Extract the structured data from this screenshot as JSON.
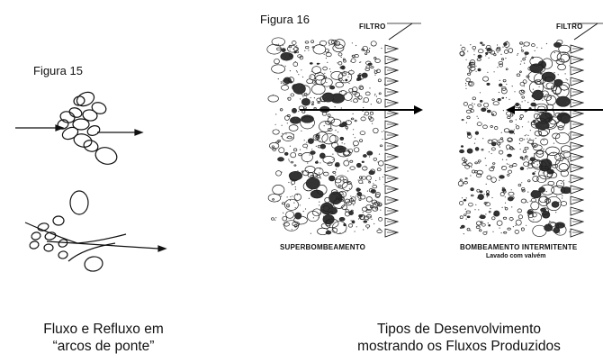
{
  "figure15": {
    "label": "Figura 15",
    "caption_line1": "Fluxo e Refluxo em",
    "caption_line2": "“arcos de ponte”"
  },
  "figure16": {
    "label": "Figura 16",
    "filter_label": "FILTRO",
    "left_panel_caption": "SUPERBOMBEAMENTO",
    "right_panel_caption": "BOMBEAMENTO INTERMITENTE",
    "right_panel_subcaption": "Lavado com valvém",
    "caption_line1": "Tipos de Desenvolvimento",
    "caption_line2": "mostrando os Fluxos Produzidos"
  }
}
